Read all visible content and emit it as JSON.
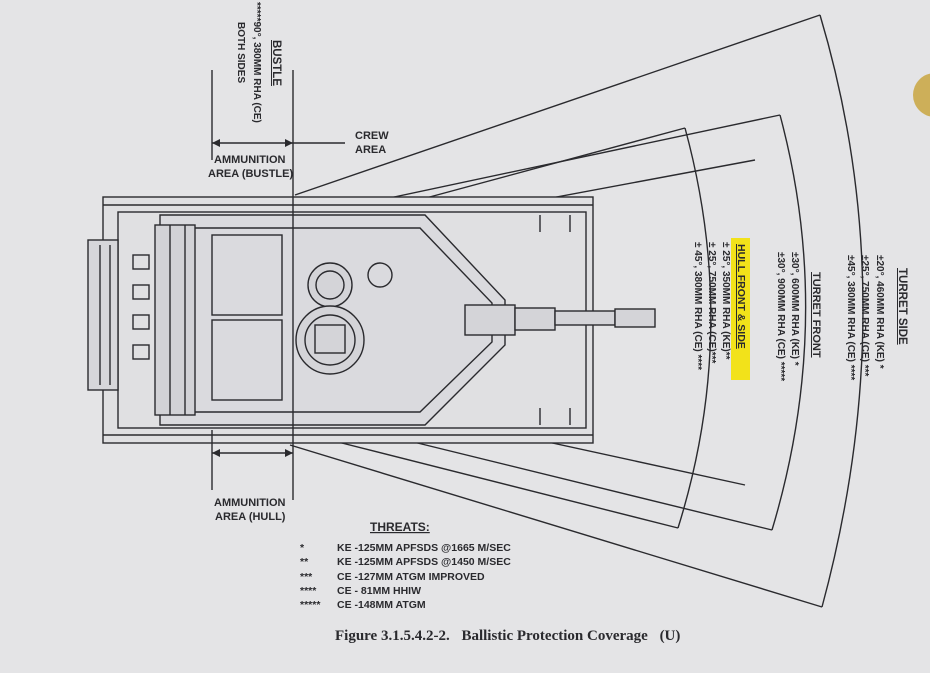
{
  "bustle": {
    "title": "BUSTLE",
    "line1": "*****90°, 380MM RHA (CE)",
    "line2": "BOTH SIDES"
  },
  "crew_area": {
    "line1": "CREW",
    "line2": "AREA"
  },
  "ammo_bustle": {
    "line1": "AMMUNITION",
    "line2": "AREA (BUSTLE)"
  },
  "ammo_hull": {
    "line1": "AMMUNITION",
    "line2": "AREA (HULL)"
  },
  "turret_side": {
    "title": "TURRET SIDE",
    "lines": [
      "±20°, 460MM RHA (KE) *",
      "±25°, 750MM RHA (CE) ***",
      "±45°, 380MM RHA (CE) ****"
    ]
  },
  "turret_front": {
    "title": "TURRET FRONT",
    "lines": [
      "±30°, 600MM RHA (KE) *",
      "±30°, 900MM RHA (CE) *****"
    ]
  },
  "hull_front": {
    "title": "HULL FRONT & SIDE",
    "lines": [
      "± 25°, 350MM RHA (KE)**",
      "± 25°, 750MM RHA (CE)***",
      "± 45°, 380MM RHA (CE) ****"
    ],
    "highlight_color": "#f2e21a"
  },
  "threats": {
    "title": "THREATS:",
    "items": [
      {
        "marker": "*",
        "text": "KE -125MM APFSDS @1665 M/SEC"
      },
      {
        "marker": "**",
        "text": "KE -125MM APFSDS @1450 M/SEC"
      },
      {
        "marker": "***",
        "text": "CE -127MM ATGM IMPROVED"
      },
      {
        "marker": "****",
        "text": "CE - 81MM HHIW"
      },
      {
        "marker": "*****",
        "text": "CE -148MM ATGM"
      }
    ]
  },
  "caption": {
    "figure": "Figure 3.1.5.4.2-2.",
    "title": "Ballistic Protection Coverage",
    "classification": "(U)"
  },
  "colors": {
    "paper": "#e4e4e6",
    "ink": "#2a2a2e",
    "highlight": "#f2e21a",
    "seal": "#c9a640"
  }
}
